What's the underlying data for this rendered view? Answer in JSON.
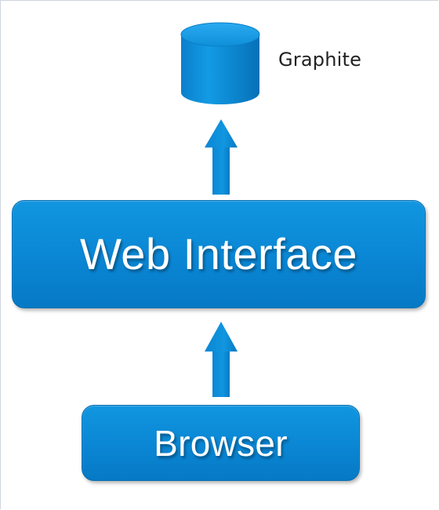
{
  "diagram": {
    "nodes": [
      {
        "id": "graphite",
        "shape": "database",
        "label": "Graphite"
      },
      {
        "id": "web-interface",
        "shape": "rounded-box",
        "label": "Web Interface"
      },
      {
        "id": "browser",
        "shape": "rounded-box",
        "label": "Browser"
      }
    ],
    "edges": [
      {
        "from": "browser",
        "to": "web-interface",
        "style": "arrow-up"
      },
      {
        "from": "web-interface",
        "to": "graphite",
        "style": "arrow-up"
      }
    ],
    "colors": {
      "node_fill": "#0a86d4",
      "arrow_fill": "#0a86d4",
      "cylinder_top": "#1da0e6",
      "label_text": "#ffffff",
      "external_label_text": "#222222"
    },
    "icons": {
      "graphite": "database-icon"
    }
  }
}
